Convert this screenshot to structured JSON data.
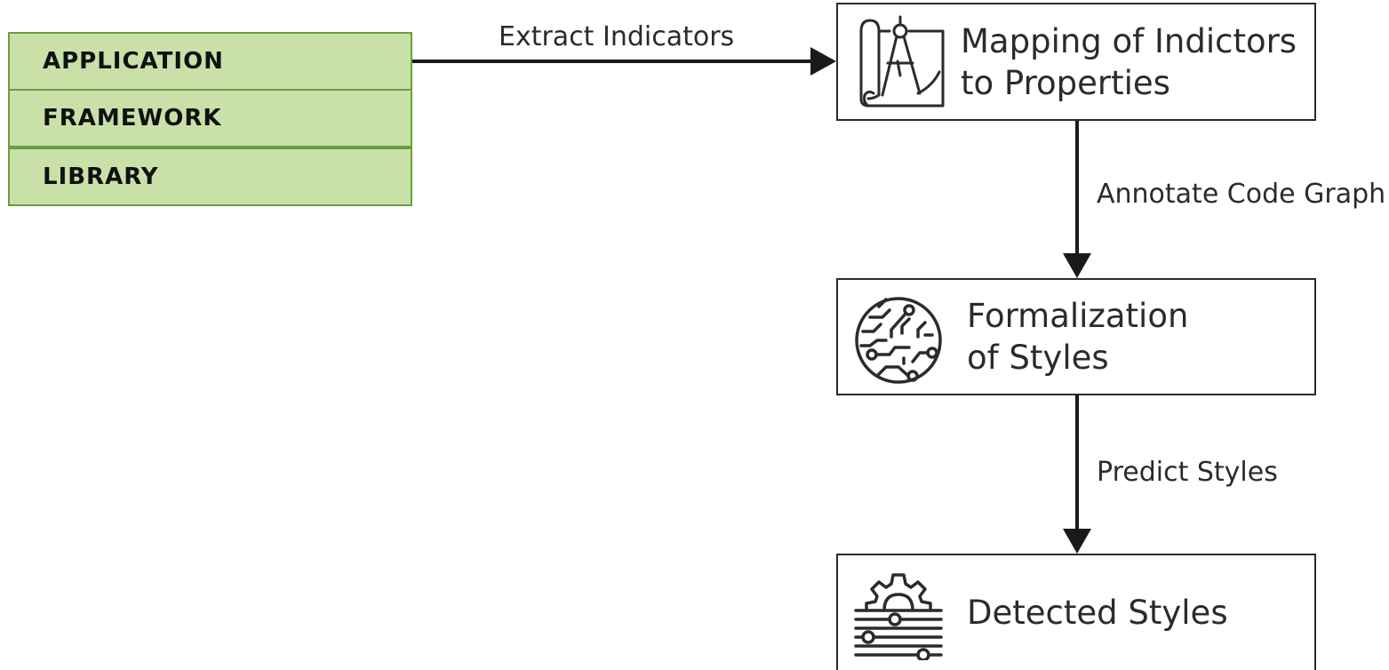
{
  "layers": [
    {
      "label": "APPLICATION"
    },
    {
      "label": "FRAMEWORK"
    },
    {
      "label": "LIBRARY"
    }
  ],
  "boxes": [
    {
      "lines": [
        "Mapping of Indictors",
        "to Properties"
      ],
      "icon": "drafting-compass-blueprint-icon"
    },
    {
      "lines": [
        "Formalization",
        "of Styles"
      ],
      "icon": "circuit-brain-icon"
    },
    {
      "lines": [
        "Detected Styles"
      ],
      "icon": "gear-sliders-icon"
    }
  ],
  "edges": [
    {
      "label": "Extract Indicators"
    },
    {
      "label": "Annotate Code Graph"
    },
    {
      "label": "Predict Styles"
    }
  ],
  "colors": {
    "layer_fill": "#c9e1a8",
    "layer_border": "#6c9d3f",
    "stroke": "#2b2b2b",
    "arrow": "#1a1a1a"
  }
}
